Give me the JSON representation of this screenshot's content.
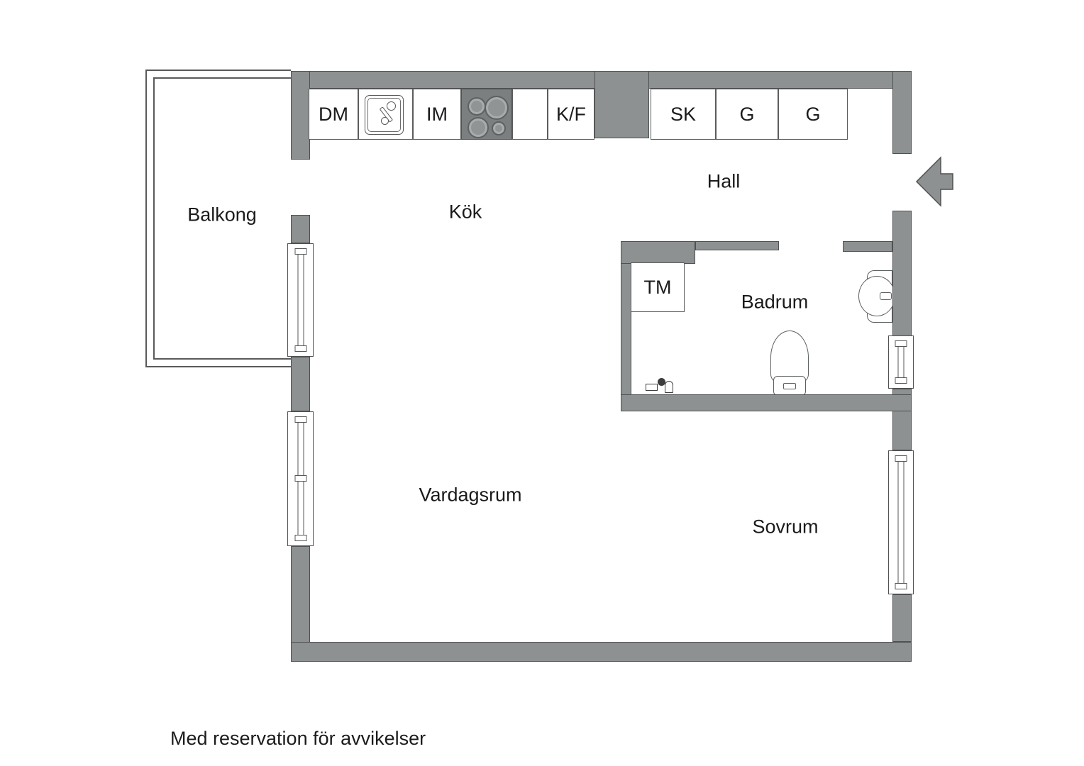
{
  "colors": {
    "wall_fill": "#8d9192",
    "wall_stroke": "#4f5152",
    "stove_fill": "#7b7f80",
    "thin_line": "#555758",
    "text": "#1b1b1b",
    "background": "#ffffff"
  },
  "rooms": {
    "balcony": "Balkong",
    "kitchen": "Kök",
    "hall": "Hall",
    "bathroom": "Badrum",
    "living_room": "Vardagsrum",
    "bedroom": "Sovrum"
  },
  "kitchen_units": {
    "dishwasher": "DM",
    "induction": "IM",
    "fridge_freezer": "K/F"
  },
  "hall_units": {
    "closet": "SK",
    "wardrobe_1": "G",
    "wardrobe_2": "G"
  },
  "bathroom_units": {
    "washing_machine": "TM"
  },
  "footnote": "Med reservation för avvikelser"
}
